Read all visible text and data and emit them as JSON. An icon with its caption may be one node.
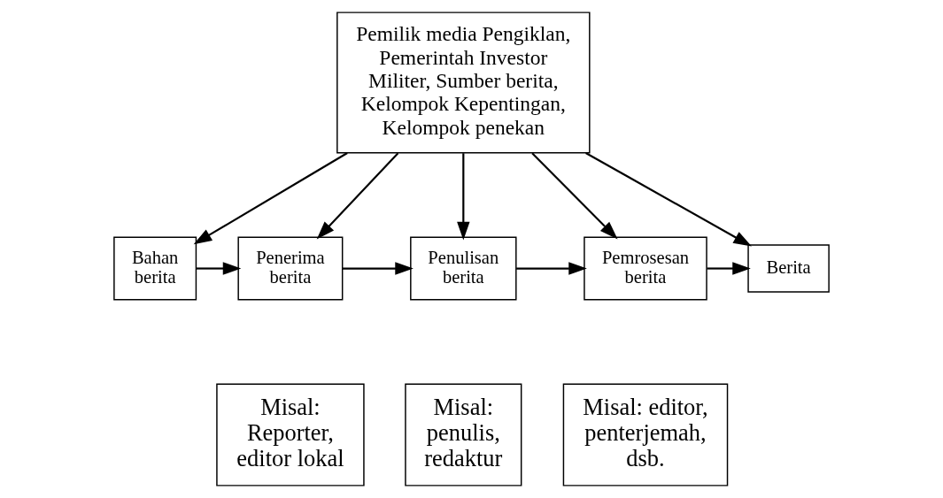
{
  "diagram": {
    "nodes": [
      {
        "text": [
          "Pemilik media Pengiklan, Pemerintah Investor Militer, Sumber berita, Kelompok Kepentingan, Kelompok penekan"
        ]
      },
      {
        "text": [
          "Bahan berita"
        ]
      },
      {
        "text": [
          "Penerima berita"
        ]
      },
      {
        "text": [
          "Penulisan berita"
        ]
      },
      {
        "text": [
          "Pemrosesan berita"
        ]
      },
      {
        "text": [
          "Berita"
        ]
      },
      {
        "text": [
          "Misal: Reporter, editor lokal"
        ]
      },
      {
        "text": [
          "Misal: penulis, redaktur"
        ]
      },
      {
        "text": [
          "Misal: editor, penterjemah, dsb."
        ]
      }
    ],
    "edges": [
      {
        "from": 0,
        "to": 1,
        "arrow": "to"
      },
      {
        "from": 0,
        "to": 2,
        "arrow": "to"
      },
      {
        "from": 0,
        "to": 3,
        "arrow": "to"
      },
      {
        "from": 0,
        "to": 4,
        "arrow": "to"
      },
      {
        "from": 0,
        "to": 5,
        "arrow": "to"
      },
      {
        "from": 1,
        "to": 2,
        "arrow": "to"
      },
      {
        "from": 2,
        "to": 3,
        "arrow": "to"
      },
      {
        "from": 3,
        "to": 4,
        "arrow": "to"
      },
      {
        "from": 4,
        "to": 5,
        "arrow": "to"
      }
    ]
  }
}
